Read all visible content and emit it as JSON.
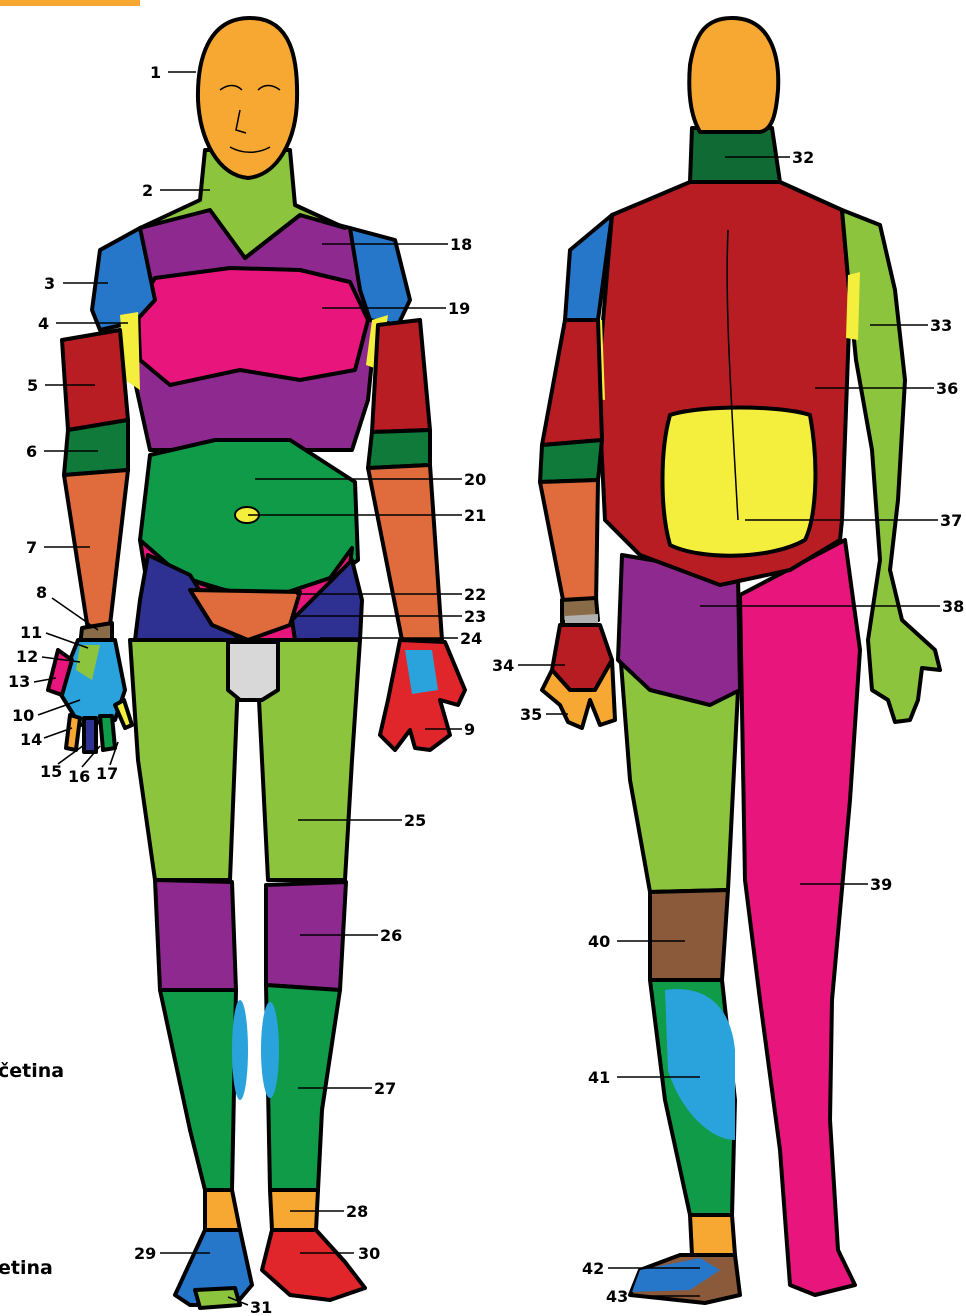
{
  "side_labels": [
    "četina",
    "etina"
  ],
  "regions": [
    {
      "id": "1",
      "name": "head-front",
      "color": "#F7A833"
    },
    {
      "id": "2",
      "name": "neck-front",
      "color": "#8CC43E"
    },
    {
      "id": "3",
      "name": "shoulder",
      "color": "#2676C9"
    },
    {
      "id": "4",
      "name": "armpit",
      "color": "#F4EE3D"
    },
    {
      "id": "5",
      "name": "upper-arm",
      "color": "#B81D24"
    },
    {
      "id": "6",
      "name": "elbow",
      "color": "#0F7A3A"
    },
    {
      "id": "7",
      "name": "forearm",
      "color": "#E06C3E"
    },
    {
      "id": "8",
      "name": "wrist",
      "color": "#8A6B47"
    },
    {
      "id": "9",
      "name": "back-of-hand",
      "color": "#E0262B"
    },
    {
      "id": "10",
      "name": "palm",
      "color": "#2AA3DD"
    },
    {
      "id": "11",
      "name": "thenar",
      "color": "#8CC43E"
    },
    {
      "id": "12",
      "name": "palm-lateral",
      "color": "#F7A833"
    },
    {
      "id": "13",
      "name": "thumb",
      "color": "#E8157C"
    },
    {
      "id": "14",
      "name": "index-finger",
      "color": "#F7A833"
    },
    {
      "id": "15",
      "name": "middle-finger",
      "color": "#2E3192"
    },
    {
      "id": "16",
      "name": "ring-finger",
      "color": "#0F9B48"
    },
    {
      "id": "17",
      "name": "little-finger",
      "color": "#F4EE3D"
    },
    {
      "id": "18",
      "name": "upper-chest",
      "color": "#8E2A8F"
    },
    {
      "id": "19",
      "name": "chest",
      "color": "#E8157C"
    },
    {
      "id": "20",
      "name": "abdomen",
      "color": "#0F9B48"
    },
    {
      "id": "21",
      "name": "navel",
      "color": "#F4EE3D"
    },
    {
      "id": "22",
      "name": "groin",
      "color": "#E06C3E"
    },
    {
      "id": "23",
      "name": "inguinal",
      "color": "#E8157C"
    },
    {
      "id": "24",
      "name": "hip-front",
      "color": "#2E3192"
    },
    {
      "id": "25",
      "name": "thigh-front",
      "color": "#8CC43E"
    },
    {
      "id": "26",
      "name": "knee",
      "color": "#8E2A8F"
    },
    {
      "id": "27",
      "name": "lower-leg-front",
      "color": "#0F9B48"
    },
    {
      "id": "28",
      "name": "ankle",
      "color": "#F7A833"
    },
    {
      "id": "29",
      "name": "foot-left",
      "color": "#2676C9"
    },
    {
      "id": "30",
      "name": "foot-right",
      "color": "#E0262B"
    },
    {
      "id": "31",
      "name": "toes",
      "color": "#8CC43E"
    },
    {
      "id": "32",
      "name": "nape",
      "color": "#0F6B33"
    },
    {
      "id": "33",
      "name": "arm-back",
      "color": "#8CC43E"
    },
    {
      "id": "34",
      "name": "hand-back",
      "color": "#B81D24"
    },
    {
      "id": "35",
      "name": "fingers-back",
      "color": "#F7A833"
    },
    {
      "id": "36",
      "name": "upper-back",
      "color": "#B81D24"
    },
    {
      "id": "37",
      "name": "lower-back",
      "color": "#F4EE3D"
    },
    {
      "id": "38",
      "name": "buttocks",
      "color": "#8E2A8F"
    },
    {
      "id": "39",
      "name": "leg-back",
      "color": "#E8157C"
    },
    {
      "id": "40",
      "name": "knee-back",
      "color": "#8A5A3A"
    },
    {
      "id": "41",
      "name": "calf",
      "color": "#2AA3DD"
    },
    {
      "id": "42",
      "name": "heel",
      "color": "#2676C9"
    },
    {
      "id": "43",
      "name": "sole",
      "color": "#8A5A3A"
    }
  ]
}
